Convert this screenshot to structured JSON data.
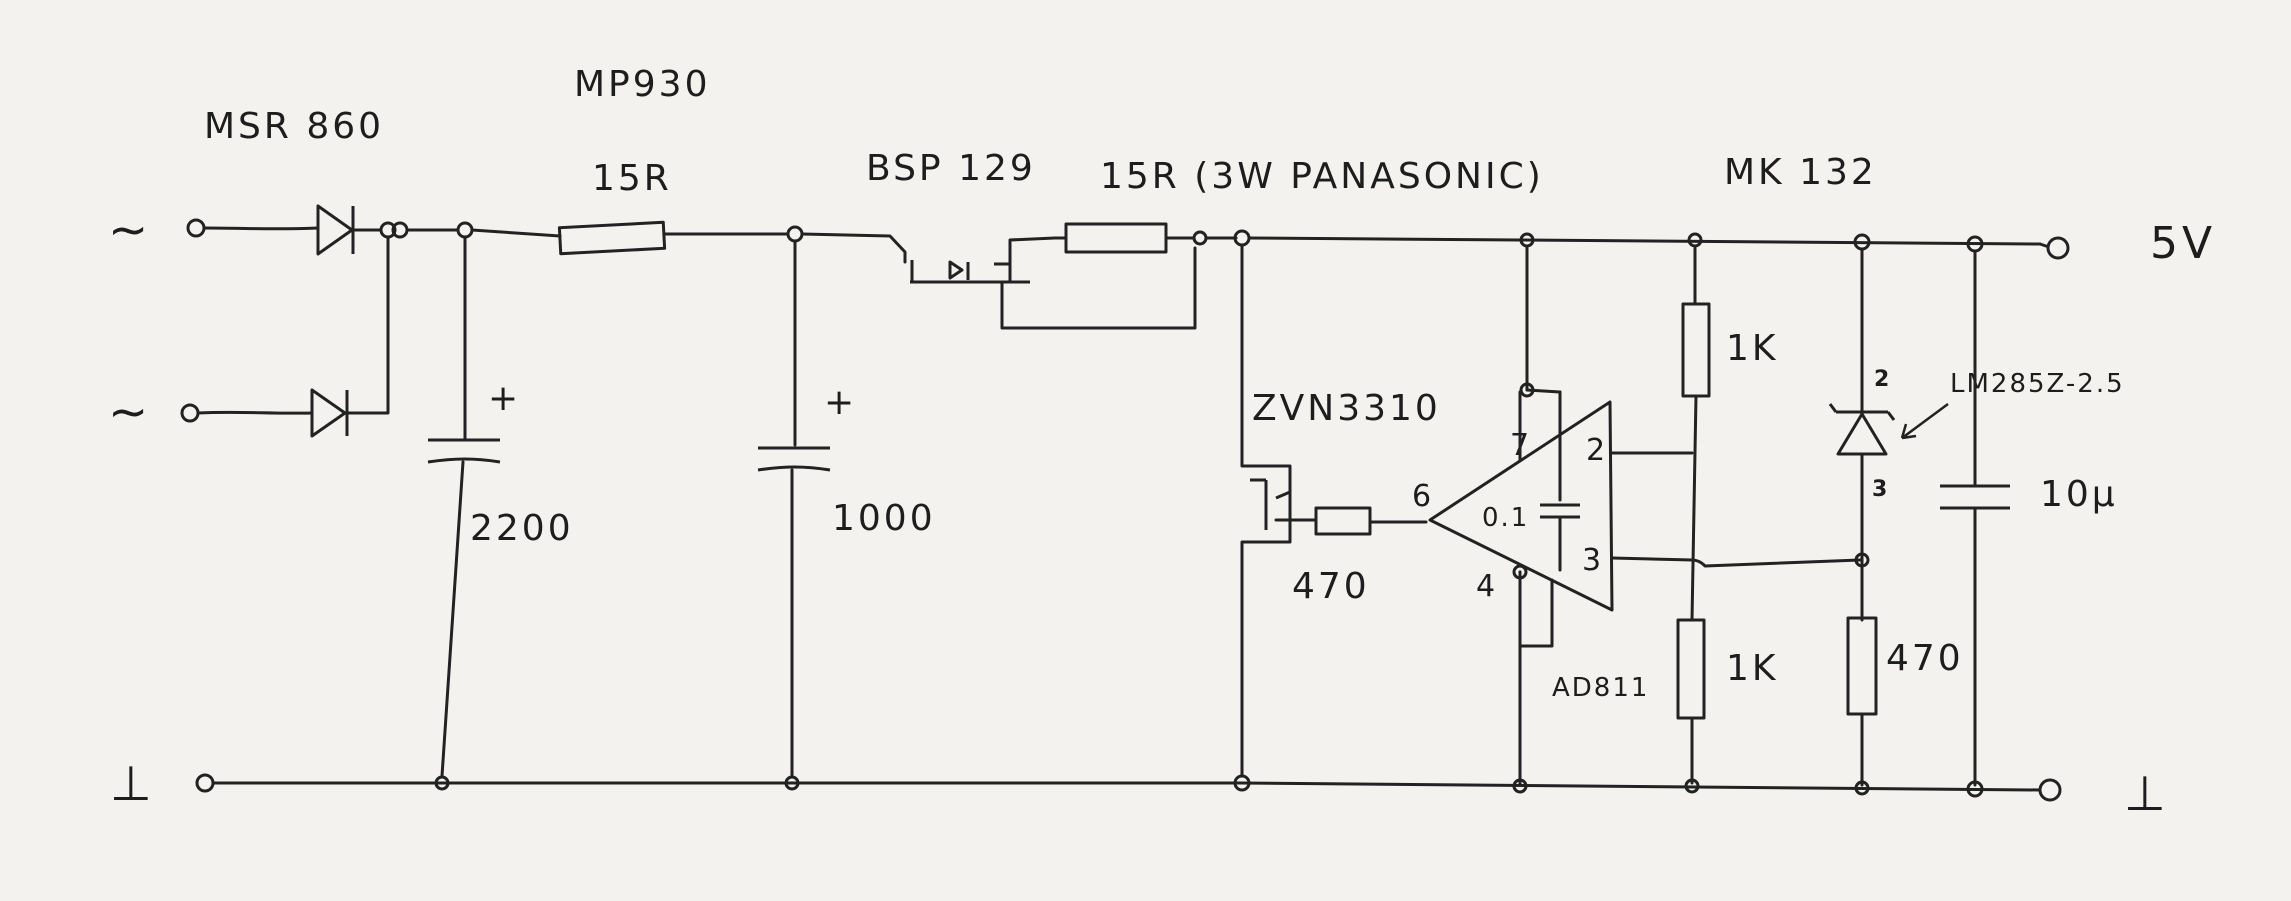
{
  "schematic": {
    "labels": {
      "rectifier": "MSR 860",
      "fuse_part": "MP930",
      "fuse_value": "15R",
      "mosfet_main": "BSP 129",
      "shunt_note": "15R (3W PANASONIC)",
      "regulator_label": "MK 132",
      "output_voltage": "5V",
      "cap1_value": "2200",
      "cap1_polarity": "+",
      "cap2_value": "1000",
      "cap2_polarity": "+",
      "mosfet_small": "ZVN3310",
      "gate_resistor": "470",
      "opamp_part": "AD811",
      "decoupling_cap": "0.1",
      "pin_7": "7",
      "pin_6": "6",
      "pin_2": "2",
      "pin_3": "3",
      "pin_4": "4",
      "r_top": "1K",
      "r_bottom": "1K",
      "r_ref": "470",
      "zener_part": "LM285Z-2.5",
      "zener_pin_2": "2",
      "zener_pin_3": "3",
      "out_cap": "10µ",
      "ac_in_1": "~",
      "ac_in_2": "~",
      "ground_left": "⊥",
      "ground_right": "⊥"
    }
  }
}
